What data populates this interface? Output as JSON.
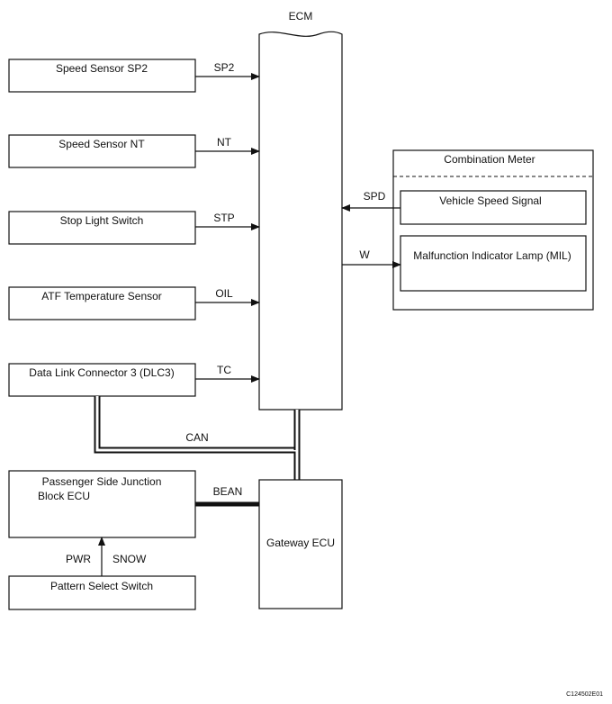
{
  "ecm": {
    "label": "ECM"
  },
  "inputs": [
    {
      "label": "Speed Sensor SP2",
      "signal": "SP2"
    },
    {
      "label": "Speed Sensor NT",
      "signal": "NT"
    },
    {
      "label": "Stop Light Switch",
      "signal": "STP"
    },
    {
      "label": "ATF Temperature Sensor",
      "signal": "OIL"
    },
    {
      "label": "Data Link Connector 3 (DLC3)",
      "signal": "TC"
    }
  ],
  "combination_meter": {
    "title": "Combination Meter",
    "vehicle_speed": "Vehicle Speed Signal",
    "mil": "Malfunction Indicator Lamp (MIL)",
    "spd_signal": "SPD",
    "w_signal": "W"
  },
  "can_label": "CAN",
  "bean_label": "BEAN",
  "junction_block": {
    "line1": "Passenger Side Junction",
    "line2": "Block ECU"
  },
  "gateway": {
    "label": "Gateway ECU"
  },
  "pattern_switch": {
    "label": "Pattern Select Switch",
    "pwr": "PWR",
    "snow": "SNOW"
  },
  "image_code": "C124502E01"
}
